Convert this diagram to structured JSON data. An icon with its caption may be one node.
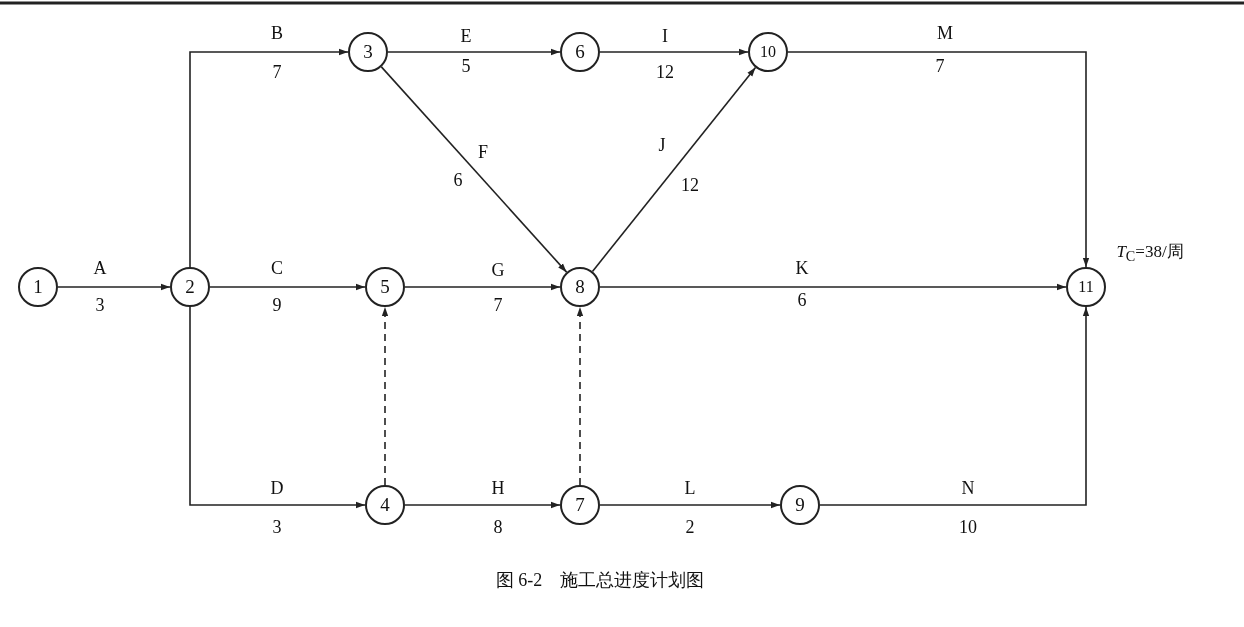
{
  "diagram": {
    "caption": "图 6-2　施工总进度计划图",
    "nodes": [
      {
        "text": [
          "1"
        ]
      },
      {
        "text": [
          "2"
        ]
      },
      {
        "text": [
          "3"
        ]
      },
      {
        "text": [
          "4"
        ]
      },
      {
        "text": [
          "5"
        ]
      },
      {
        "text": [
          "6"
        ]
      },
      {
        "text": [
          "7"
        ]
      },
      {
        "text": [
          "8"
        ]
      },
      {
        "text": [
          "9"
        ]
      },
      {
        "text": [
          "10"
        ]
      },
      {
        "text": [
          "11"
        ],
        "beside": [
          "*T*$_{C}$=38/周"
        ]
      }
    ],
    "edges": [
      {
        "from": 0,
        "to": 1,
        "arrow": "to",
        "label": "A"
      },
      {
        "from": 1,
        "to": 2,
        "arrow": "to",
        "label": "B"
      },
      {
        "from": 1,
        "to": 4,
        "arrow": "to",
        "label": "C"
      },
      {
        "from": 1,
        "to": 3,
        "arrow": "to",
        "label": "D"
      },
      {
        "from": 2,
        "to": 5,
        "arrow": "to",
        "label": "E"
      },
      {
        "from": 2,
        "to": 7,
        "arrow": "to",
        "label": "F"
      },
      {
        "from": 4,
        "to": 7,
        "arrow": "to",
        "label": "G"
      },
      {
        "from": 3,
        "to": 6,
        "arrow": "to",
        "label": "H"
      },
      {
        "from": 5,
        "to": 9,
        "arrow": "to",
        "label": "I"
      },
      {
        "from": 7,
        "to": 9,
        "arrow": "to",
        "label": "J"
      },
      {
        "from": 7,
        "to": 10,
        "arrow": "to",
        "label": "K"
      },
      {
        "from": 6,
        "to": 8,
        "arrow": "to",
        "label": "L"
      },
      {
        "from": 9,
        "to": 10,
        "arrow": "to",
        "label": "M"
      },
      {
        "from": 8,
        "to": 10,
        "arrow": "to",
        "label": "N"
      },
      {
        "from": 3,
        "to": 4,
        "arrow": "to",
        "style": "dashed"
      },
      {
        "from": 6,
        "to": 7,
        "arrow": "to",
        "style": "dashed"
      }
    ],
    "labels": [
      "3",
      "7",
      "9",
      "3",
      "5",
      "6",
      "7",
      "8",
      "12",
      "12",
      "6",
      "2",
      "7",
      "10"
    ]
  }
}
